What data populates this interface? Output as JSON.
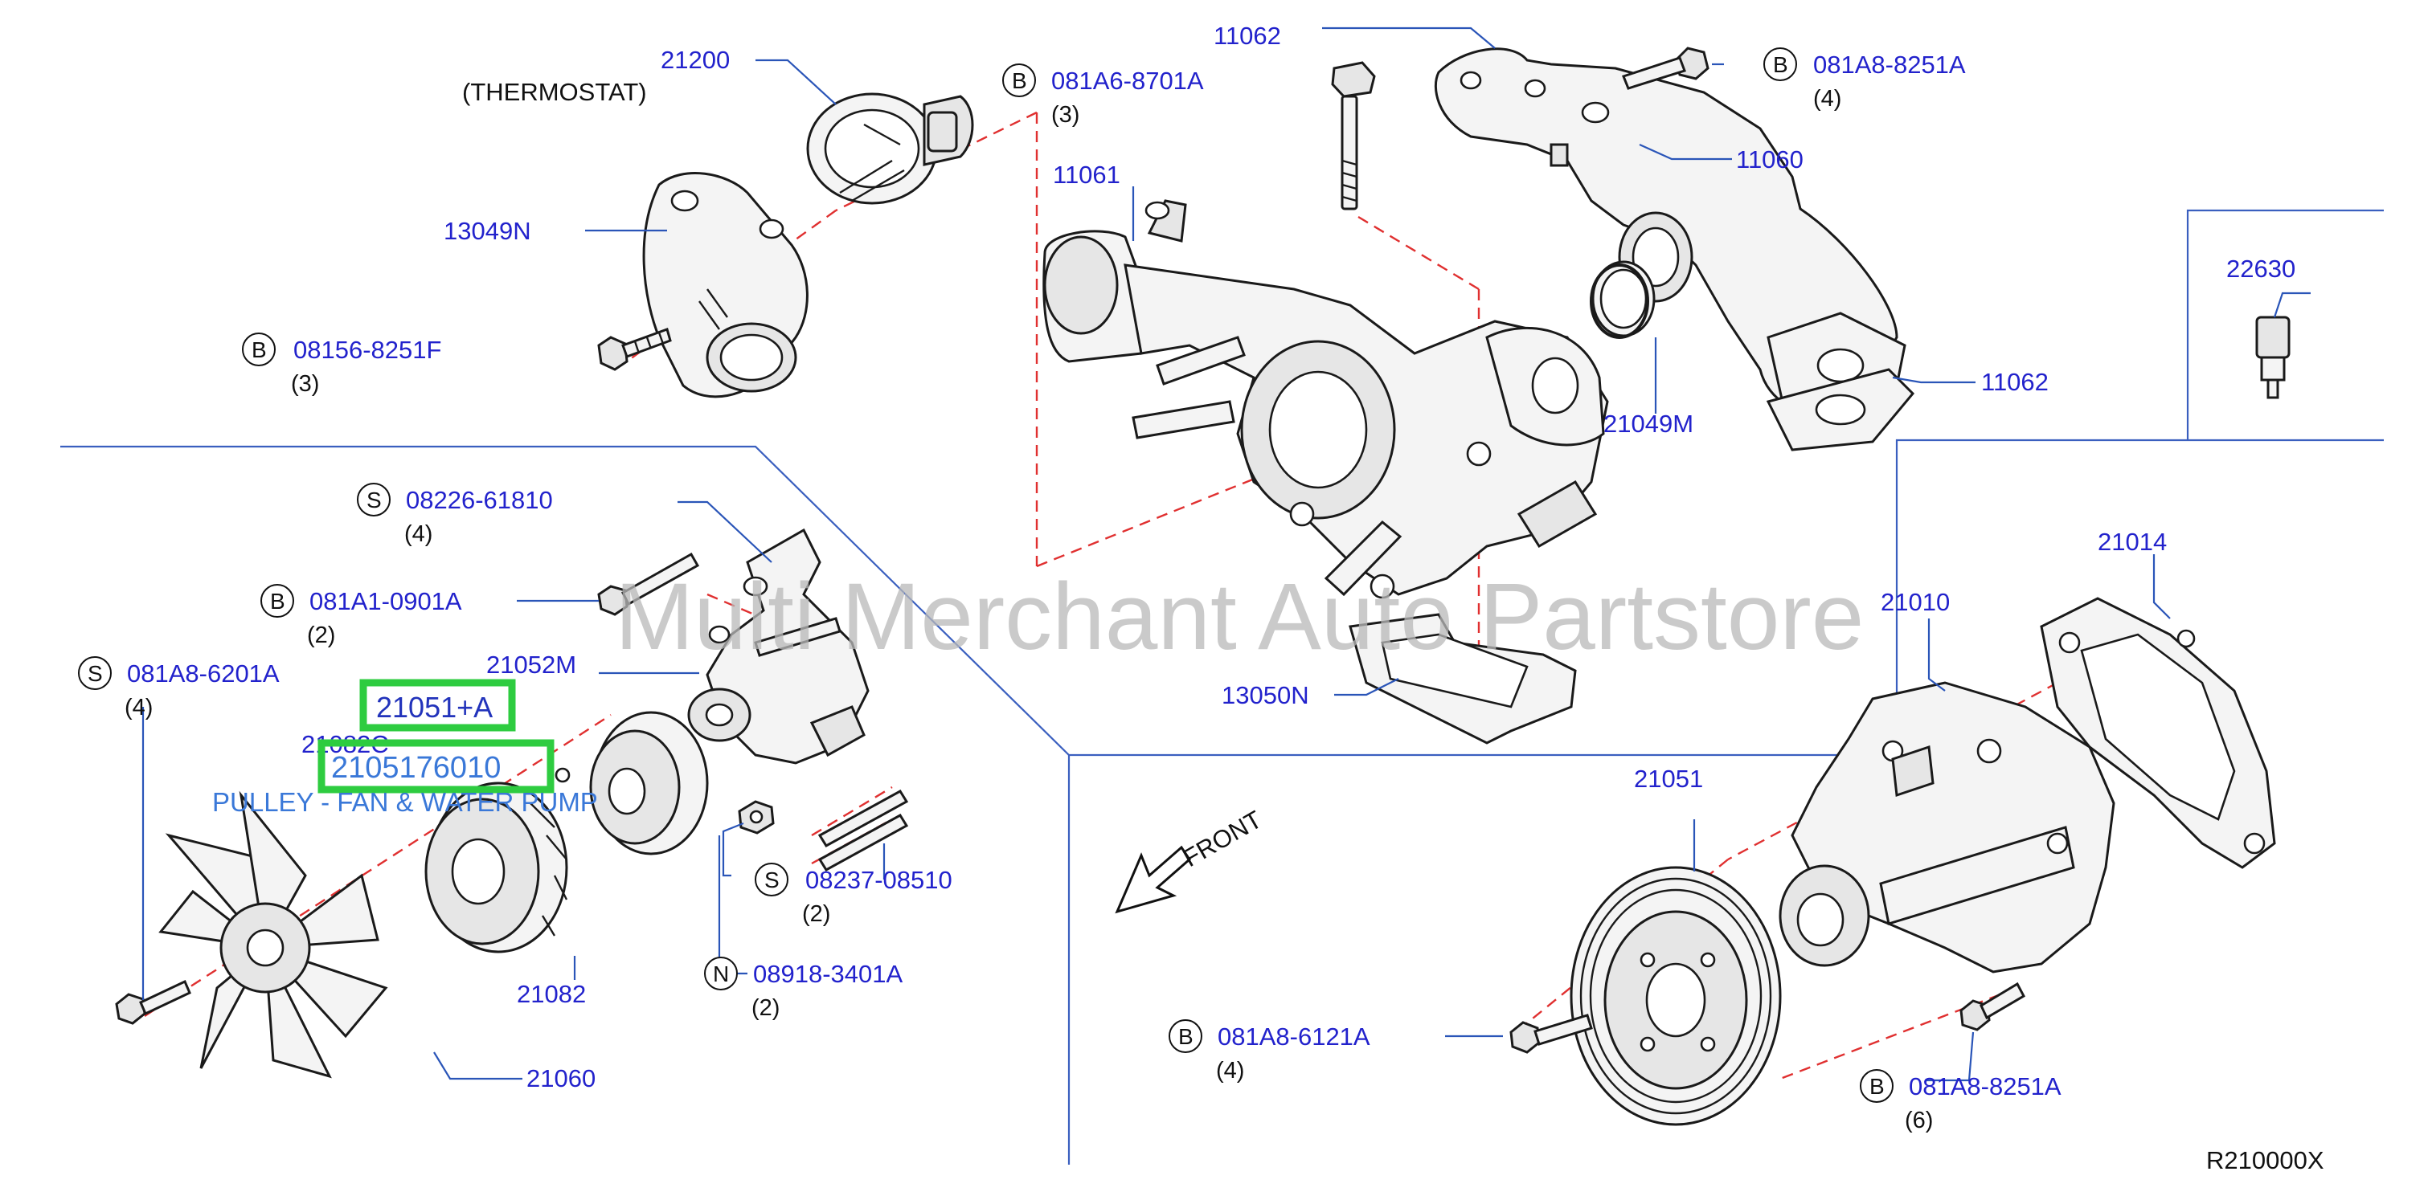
{
  "diagram": {
    "callouts": [
      {
        "id": "c21200",
        "number": "21200",
        "caption": "(THERMOSTAT)"
      },
      {
        "id": "c081A6",
        "badge": "B",
        "number": "081A6-8701A",
        "qty": "(3)"
      },
      {
        "id": "c11062a",
        "number": "11062"
      },
      {
        "id": "c081A8a",
        "badge": "B",
        "number": "081A8-8251A",
        "qty": "(4)"
      },
      {
        "id": "c11060",
        "number": "11060"
      },
      {
        "id": "c11061",
        "number": "11061"
      },
      {
        "id": "c13049N",
        "number": "13049N"
      },
      {
        "id": "c08156",
        "badge": "B",
        "number": "08156-8251F",
        "qty": "(3)"
      },
      {
        "id": "c22630",
        "number": "22630"
      },
      {
        "id": "c11062b",
        "number": "11062"
      },
      {
        "id": "c21049M",
        "number": "21049M"
      },
      {
        "id": "c08226",
        "badge": "S",
        "number": "08226-61810",
        "qty": "(4)"
      },
      {
        "id": "c081A1",
        "badge": "B",
        "number": "081A1-0901A",
        "qty": "(2)"
      },
      {
        "id": "c081A8b",
        "badge": "S",
        "number": "081A8-6201A",
        "qty": "(4)"
      },
      {
        "id": "c21052M",
        "number": "21052M"
      },
      {
        "id": "c21082C",
        "number": "21082C"
      },
      {
        "id": "c13050N",
        "number": "13050N"
      },
      {
        "id": "c21014",
        "number": "21014"
      },
      {
        "id": "c21010",
        "number": "21010"
      },
      {
        "id": "c21051",
        "number": "21051"
      },
      {
        "id": "c08237",
        "badge": "S",
        "number": "08237-08510",
        "qty": "(2)"
      },
      {
        "id": "c08918",
        "badge": "N",
        "number": "08918-3401A",
        "qty": "(2)"
      },
      {
        "id": "c21082",
        "number": "21082"
      },
      {
        "id": "c21060",
        "number": "21060"
      },
      {
        "id": "c081A8c",
        "badge": "B",
        "number": "081A8-6121A",
        "qty": "(4)"
      },
      {
        "id": "c081A8d",
        "badge": "B",
        "number": "081A8-8251A",
        "qty": "(6)"
      }
    ],
    "highlights": {
      "hl1": "21051+A",
      "hl2": "2105176010",
      "caption": "PULLEY - FAN & WATER PUMP"
    },
    "front_label": "FRONT",
    "diagram_code": "R210000X",
    "watermark": "Multi Merchant Auto Partstore",
    "colors": {
      "part_number": "#2222cc",
      "leader": "#2a55b8",
      "center_line": "#e03030",
      "highlight": "#2ecc40",
      "watermark": "#b9b9b9"
    }
  }
}
